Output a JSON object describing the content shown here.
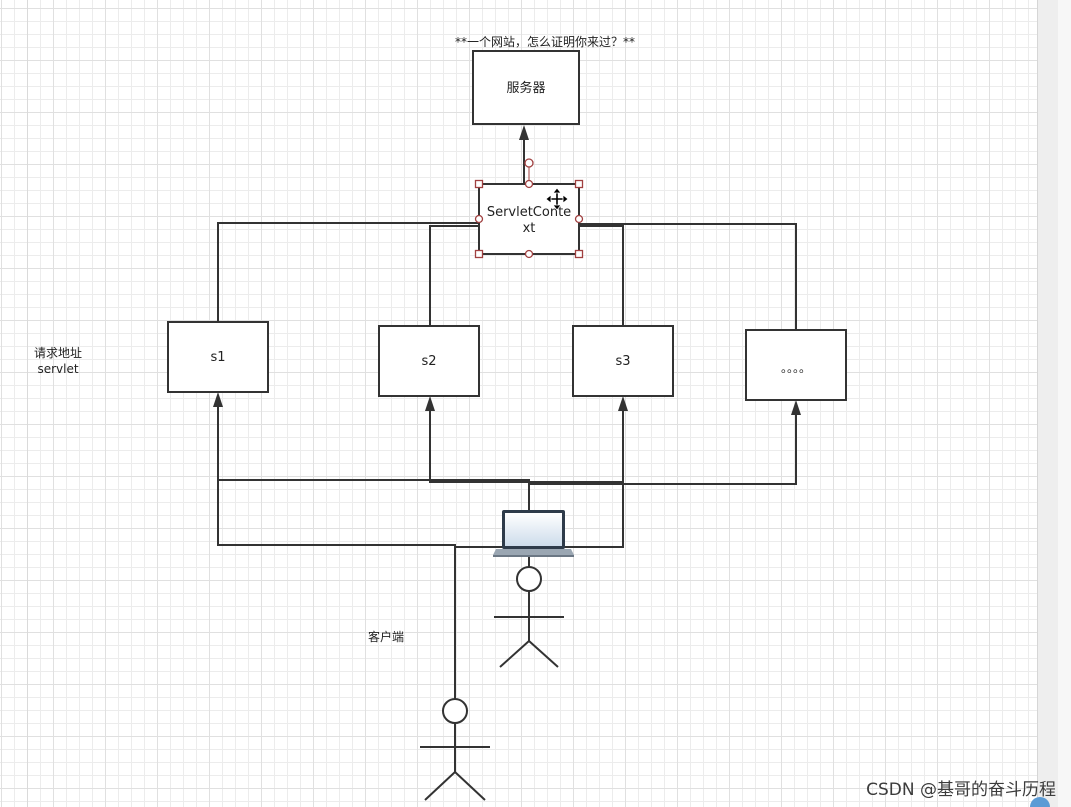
{
  "title": "**一个网站，怎么证明你来过？**",
  "nodes": {
    "server": {
      "label": "服务器"
    },
    "servlet_context": {
      "label_lines": [
        "ServletConte",
        "xt"
      ],
      "selected": true
    },
    "s1": {
      "label": "s1"
    },
    "s2": {
      "label": "s2"
    },
    "s3": {
      "label": "s3"
    },
    "more": {
      "label": "。。。。"
    }
  },
  "labels": {
    "request_address": [
      "请求地址",
      "servlet"
    ],
    "client": "客户端"
  },
  "icons": {
    "laptop": "laptop-icon",
    "client_upper": "actor-icon",
    "client_lower": "actor-icon",
    "cursor": "move-cursor-icon"
  },
  "colors": {
    "background": "#ffffff",
    "grid": "#ececec",
    "grid_major": "#e0e0e0",
    "stroke": "#333333",
    "selection_handle": "#a04040",
    "text": "#222222",
    "watermark": "#3c3c3c"
  },
  "watermark": "CSDN @基哥的奋斗历程"
}
